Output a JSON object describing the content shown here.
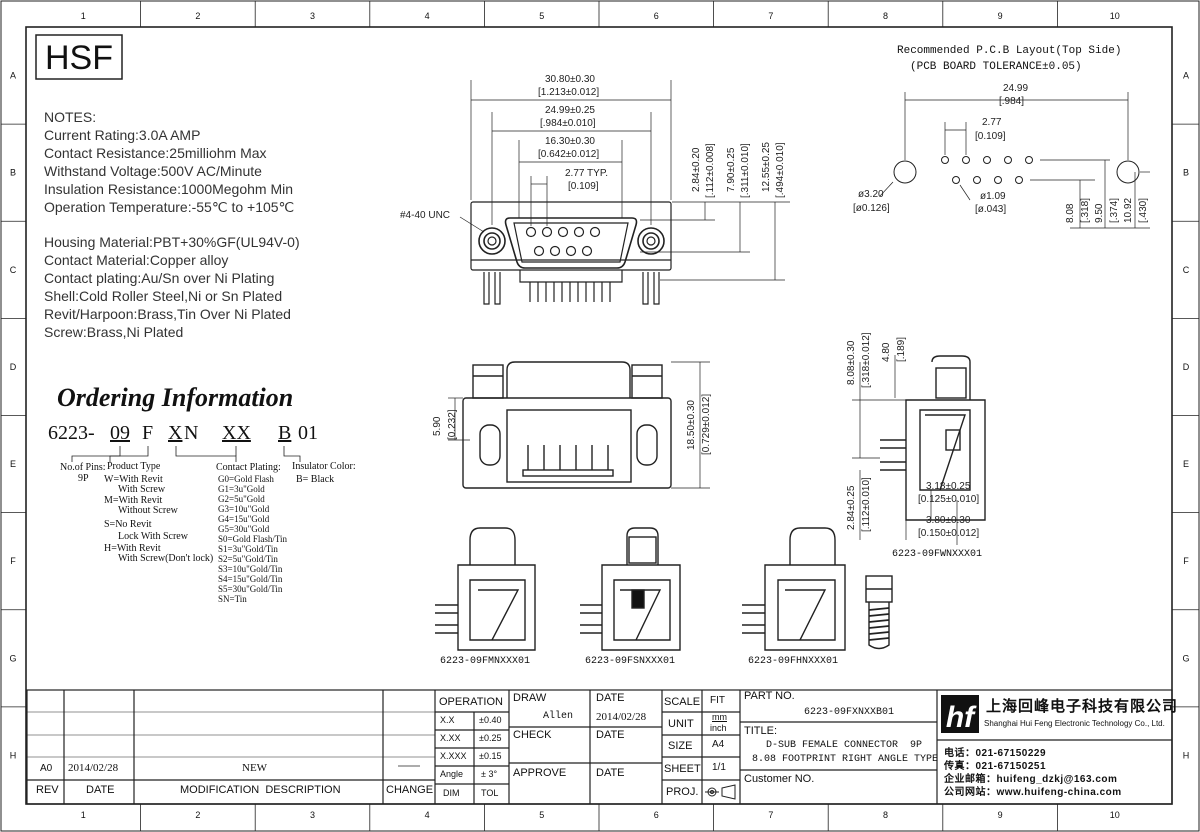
{
  "frame": {
    "columns": [
      "1",
      "2",
      "3",
      "4",
      "5",
      "6",
      "7",
      "8",
      "9",
      "10"
    ],
    "rows": [
      "A",
      "B",
      "C",
      "D",
      "E",
      "F",
      "G",
      "H"
    ]
  },
  "logo": "HSF",
  "notes": {
    "title": "NOTES:",
    "lines": [
      "Current Rating:3.0A AMP",
      "Contact Resistance:25milliohm Max",
      "Withstand Voltage:500V AC/Minute",
      "Insulation Resistance:1000Megohm Min",
      "Operation Temperature:-55℃ to +105℃",
      "Housing Material:PBT+30%GF(UL94V-0)",
      "Contact Material:Copper alloy",
      "Contact plating:Au/Sn over Ni Plating",
      "Shell:Cold Roller Steel,Ni or Sn Plated",
      "Revit/Harpoon:Brass,Tin Over Ni Plated",
      "Screw:Brass,Ni Plated"
    ]
  },
  "ordering": {
    "title": "Ordering Information",
    "code_prefix": "6223-",
    "code_pins": "09",
    "code_f": "F",
    "code_x": "X",
    "code_n": "N",
    "code_xx": "XX",
    "code_b": "B",
    "code_01": "01",
    "pins_label": "No.of Pins:",
    "pins_value": "9P",
    "product_type_label": "Product Type",
    "product_types": [
      "W=With Revit",
      "With Screw",
      "M=With Revit",
      "Without Screw",
      "S=No Revit",
      "Lock With Screw",
      "H=With Revit",
      "With Screw(Don't lock)"
    ],
    "plating_label": "Contact Plating:",
    "platings": [
      "G0=Gold Flash",
      "G1=3u\"Gold",
      "G2=5u\"Gold",
      "G3=10u\"Gold",
      "G4=15u\"Gold",
      "G5=30u\"Gold",
      "S0=Gold Flash/Tin",
      "S1=3u\"Gold/Tin",
      "S2=5u\"Gold/Tin",
      "S3=10u\"Gold/Tin",
      "S4=15u\"Gold/Tin",
      "S5=30u\"Gold/Tin",
      "SN=Tin"
    ],
    "insulator_label": "Insulator Color:",
    "insulator_value": "B= Black"
  },
  "front_view": {
    "dims": [
      {
        "a": "30.80±0.30",
        "b": "[1.213±0.012]"
      },
      {
        "a": "24.99±0.25",
        "b": "[.984±0.010]"
      },
      {
        "a": "16.30±0.30",
        "b": "[0.642±0.012]"
      },
      {
        "a": "2.77 TYP.",
        "b": "[0.109]"
      }
    ],
    "vdims": [
      "2.84±0.20",
      "[.112±0.008]",
      "7.90±0.25",
      "[.311±0.010]",
      "12.55±0.25",
      "[.494±0.010]"
    ],
    "thread": "#4-40 UNC"
  },
  "pcb": {
    "title": "Recommended P.C.B Layout(Top Side)",
    "subtitle": "(PCB BOARD TOLERANCE±0.05)",
    "d1": "24.99",
    "d1b": "[.984]",
    "d2": "2.77",
    "d2b": "[0.109]",
    "hole_big": "ø3.20",
    "hole_big_b": "[ø0.126]",
    "hole_small": "ø1.09",
    "hole_small_b": "[ø.043]",
    "vdims": [
      "8.08",
      "[.318]",
      "9.50",
      "[.374]",
      "10.92",
      "[.430]"
    ]
  },
  "top_view": {
    "d_left": "5.90",
    "d_left_b": "[0.232]",
    "d_right": "18.50±0.30",
    "d_right_b": "[0.729±0.012]"
  },
  "side_view": {
    "v1": "8.08±0.30",
    "v1b": "[.318±0.012]",
    "v2": "4.80",
    "v2b": "[.189]",
    "v3": "2.84±0.25",
    "v3b": "[.112±0.010]",
    "h1": "3.18±0.25",
    "h1b": "[0.125±0.010]",
    "h2": "3.80±0.30",
    "h2b": "[0.150±0.012]",
    "part": "6223-09FWNXXX01"
  },
  "variants": [
    "6223-09FMNXXX01",
    "6223-09FSNXXX01",
    "6223-09FHNXXX01"
  ],
  "title_block": {
    "rev_letter": "A0",
    "rev_date": "2014/02/28",
    "rev_desc": "NEW",
    "h_rev": "REV",
    "h_date": "DATE",
    "h_mod": "MODIFICATION  DESCRIPTION",
    "h_change": "CHANGE",
    "operation": "OPERATION",
    "tol": [
      [
        "X.X",
        "±0.40"
      ],
      [
        "X.XX",
        "±0.25"
      ],
      [
        "X.XXX",
        "±0.15"
      ],
      [
        "Angle",
        "± 3°"
      ],
      [
        "DIM",
        "TOL"
      ]
    ],
    "draw": "DRAW",
    "draw_name": "Allen",
    "date1": "DATE",
    "date1_val": "2014/02/28",
    "check": "CHECK",
    "date2": "DATE",
    "approve": "APPROVE",
    "date3": "DATE",
    "scale": "SCALE",
    "scale_val": "FIT",
    "unit": "UNIT",
    "unit_val1": "mm",
    "unit_val2": "inch",
    "size": "SIZE",
    "size_val": "A4",
    "sheet": "SHEET",
    "sheet_val": "1/1",
    "proj": "PROJ.",
    "part_no_label": "PART NO.",
    "part_no": "6223-09FXNXXB01",
    "title_label": "TITLE:",
    "title_l1": "D-SUB FEMALE CONNECTOR  9P",
    "title_l2": "8.08 FOOTPRINT RIGHT ANGLE TYPE",
    "customer": "Customer NO.",
    "company_cn": "上海回峰电子科技有限公司",
    "company_en": "Shanghai Hui Feng Electronic Technology Co., Ltd.",
    "tel": "电话：021-67150229",
    "fax": "传真：021-67150251",
    "email": "企业邮箱：huifeng_dzkj@163.com",
    "web": "公司网站：www.huifeng-china.com"
  }
}
